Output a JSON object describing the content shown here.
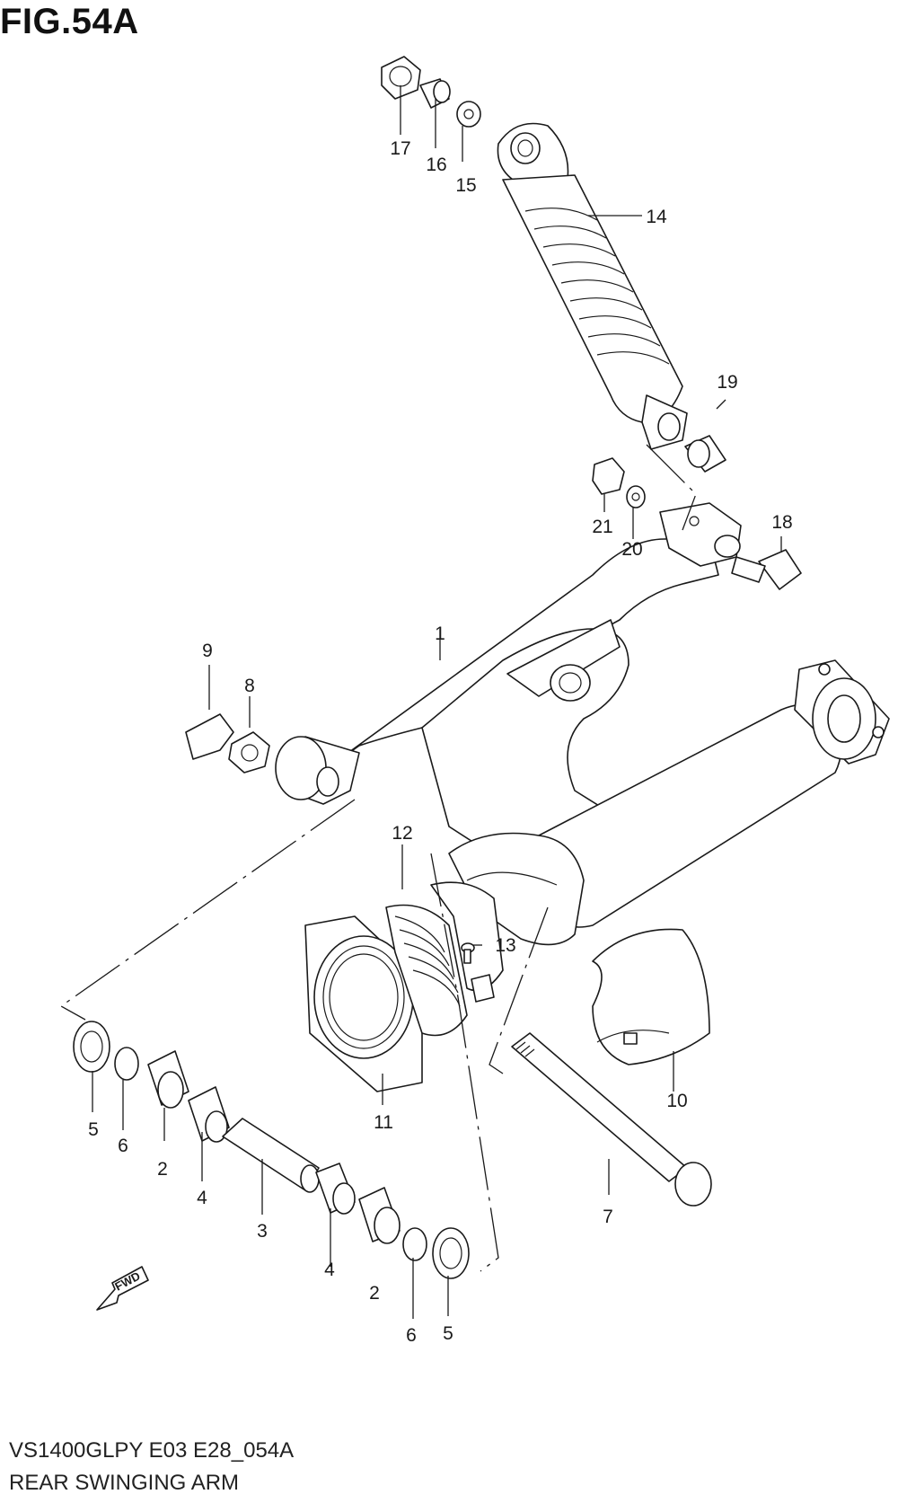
{
  "figure": {
    "title": "FIG.54A",
    "model_code": "VS1400GLPY E03 E28_054A",
    "section_name": "REAR SWINGING ARM",
    "fwd_label": "FWD"
  },
  "part_labels": [
    {
      "id": "p1",
      "text": "1"
    },
    {
      "id": "p2a",
      "text": "2"
    },
    {
      "id": "p2b",
      "text": "2"
    },
    {
      "id": "p3",
      "text": "3"
    },
    {
      "id": "p4a",
      "text": "4"
    },
    {
      "id": "p4b",
      "text": "4"
    },
    {
      "id": "p5a",
      "text": "5"
    },
    {
      "id": "p5b",
      "text": "5"
    },
    {
      "id": "p6a",
      "text": "6"
    },
    {
      "id": "p6b",
      "text": "6"
    },
    {
      "id": "p7",
      "text": "7"
    },
    {
      "id": "p8",
      "text": "8"
    },
    {
      "id": "p9",
      "text": "9"
    },
    {
      "id": "p10",
      "text": "10"
    },
    {
      "id": "p11",
      "text": "11"
    },
    {
      "id": "p12",
      "text": "12"
    },
    {
      "id": "p13",
      "text": "13"
    },
    {
      "id": "p14",
      "text": "14"
    },
    {
      "id": "p15",
      "text": "15"
    },
    {
      "id": "p16",
      "text": "16"
    },
    {
      "id": "p17",
      "text": "17"
    },
    {
      "id": "p18",
      "text": "18"
    },
    {
      "id": "p19",
      "text": "19"
    },
    {
      "id": "p20",
      "text": "20"
    },
    {
      "id": "p21",
      "text": "21"
    }
  ]
}
